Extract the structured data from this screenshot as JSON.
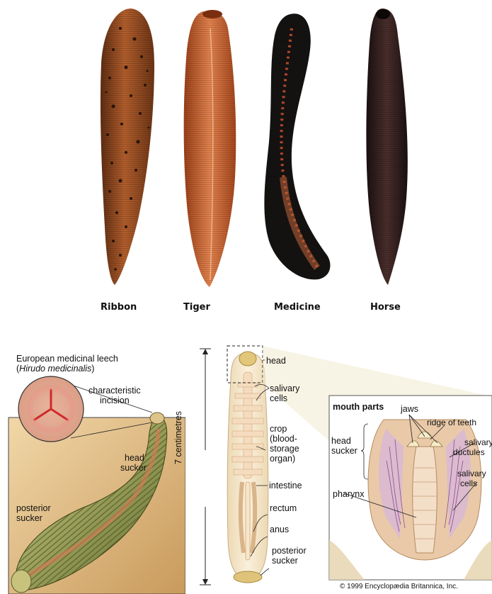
{
  "species": {
    "ribbon": "Ribbon",
    "tiger": "Tiger",
    "medicine": "Medicine",
    "horse": "Horse"
  },
  "panel": {
    "title_line1": "European medicinal leech",
    "title_line2_open": "(",
    "title_line2_italic": "Hirudo medicinalis",
    "title_line2_close": ")",
    "characteristic_incision": [
      "characteristic",
      "incision"
    ],
    "head_sucker": [
      "head",
      "sucker"
    ],
    "posterior_sucker": [
      "posterior",
      "sucker"
    ]
  },
  "anatomy": {
    "scale": "7 centimetres",
    "head": "head",
    "salivary_cells": [
      "salivary",
      "cells"
    ],
    "crop": [
      "crop",
      "(blood-",
      "storage",
      "organ)"
    ],
    "intestine": "intestine",
    "rectum": "rectum",
    "anus": "anus",
    "posterior_sucker": [
      "posterior",
      "sucker"
    ]
  },
  "mouth_parts": {
    "title": "mouth parts",
    "jaws": "jaws",
    "ridge_of_teeth": "ridge of teeth",
    "head_sucker": [
      "head",
      "sucker"
    ],
    "salivary_ductules": [
      "salivary",
      "ductules"
    ],
    "salivary_cells": [
      "salivary",
      "cells"
    ],
    "pharynx": "pharynx"
  },
  "copyright": "© 1999 Encyclopædia Britannica, Inc.",
  "colors": {
    "ribbon_body": "#a0522d",
    "tiger_body": "#d2693a",
    "medicine_body": "#1a1a1a",
    "horse_body": "#2a1a1a",
    "panel_bg": "#e8c48c",
    "anatomy_body": "#f3e4c8"
  }
}
